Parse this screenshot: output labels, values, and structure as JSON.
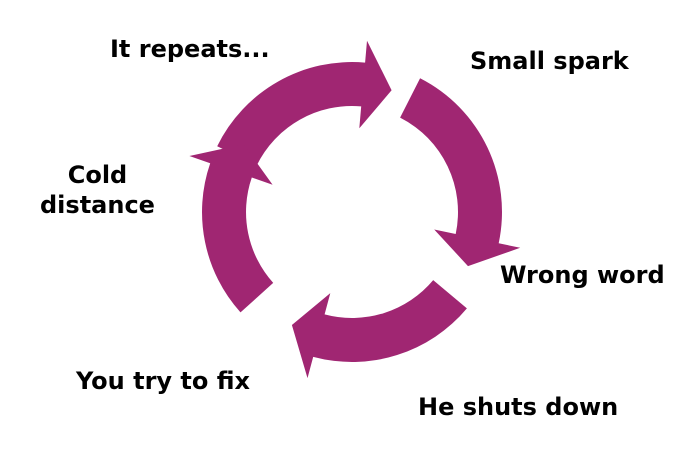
{
  "diagram": {
    "type": "cycle",
    "arrow_color": "#a02672",
    "text_color": "#000000",
    "background": "#ffffff",
    "stages": [
      "It repeats...",
      "Small spark",
      "Wrong word",
      "He shuts down",
      "You try to fix",
      "Cold\ndistance"
    ]
  }
}
